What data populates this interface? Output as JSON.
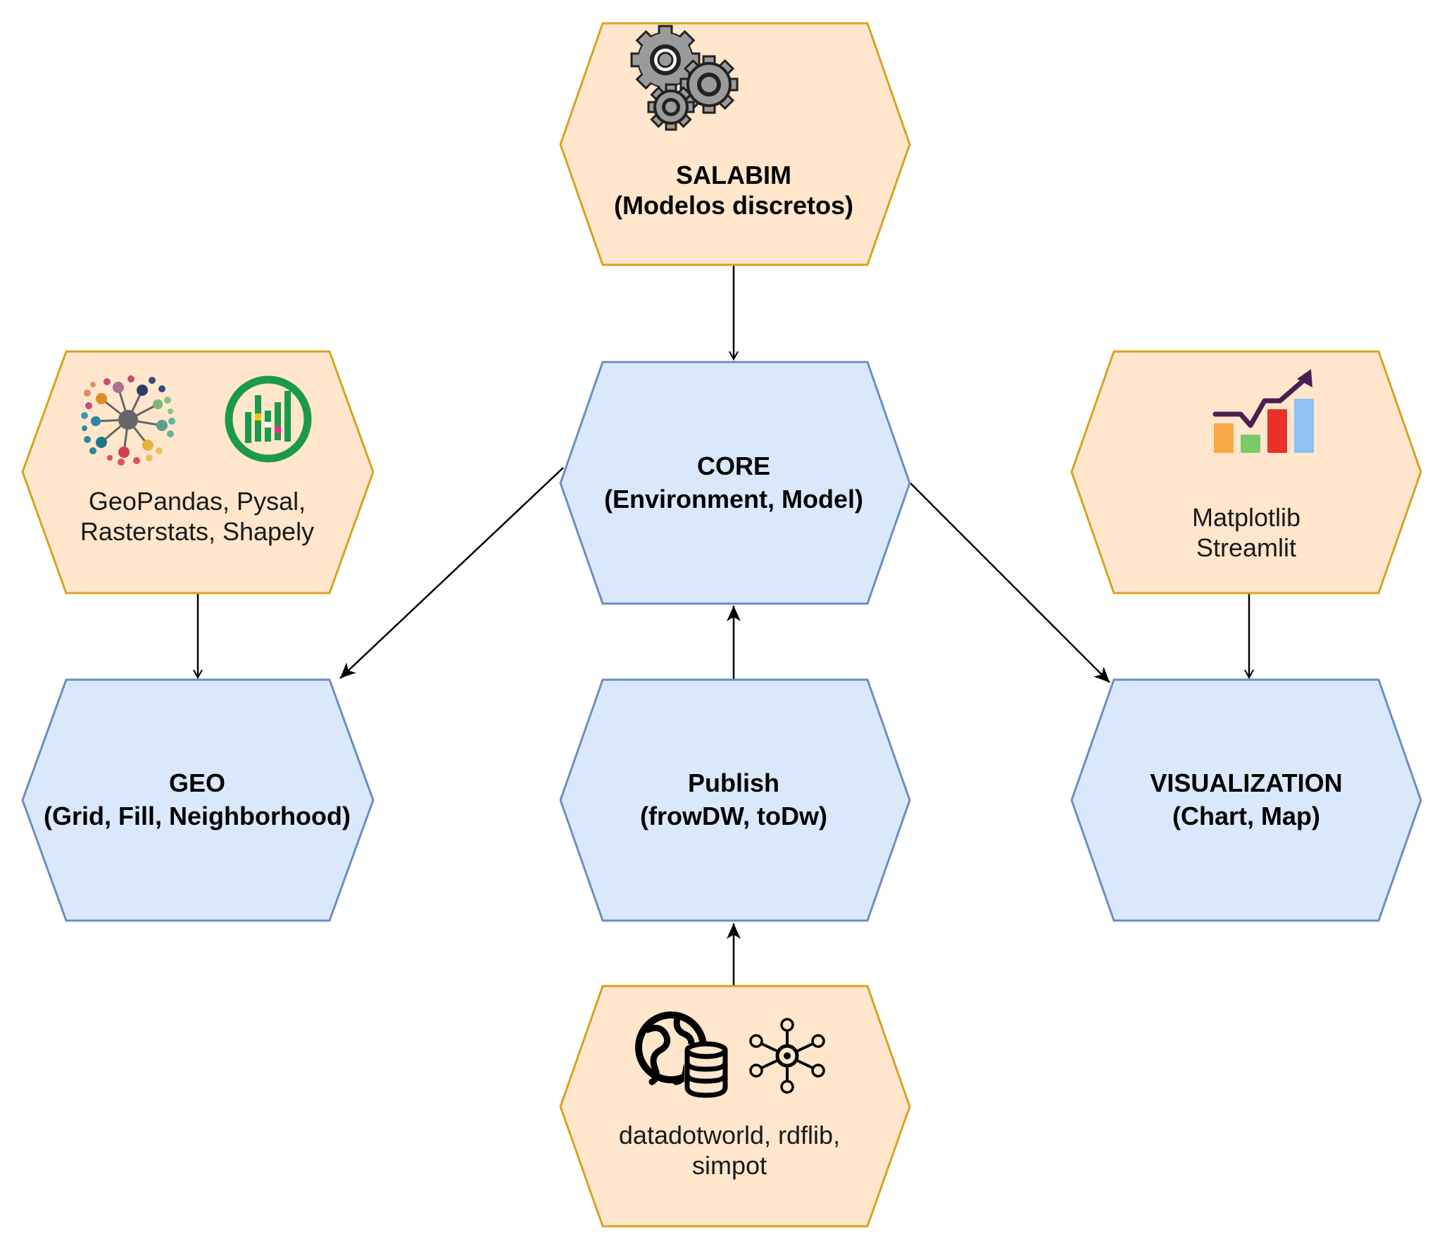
{
  "colors": {
    "lib_fill": "#ffe6cc",
    "lib_stroke": "#d6a320",
    "module_fill": "#dae8fc",
    "module_stroke": "#6c8ebf",
    "arrow": "#000000"
  },
  "nodes": {
    "salabim": {
      "line1": "SALABIM",
      "line2": "(Modelos discretos)",
      "icons": [
        "gears-icon"
      ]
    },
    "core": {
      "line1": "CORE",
      "line2": "(Environment, Model)"
    },
    "geo_libs": {
      "line1": "GeoPandas, Pysal,",
      "line2": "Rasterstats, Shapely",
      "icons": [
        "pysal-network-icon",
        "rasterstats-icon"
      ]
    },
    "viz_libs": {
      "line1": "Matplotlib",
      "line2": "Streamlit",
      "icons": [
        "growth-chart-icon"
      ]
    },
    "geo": {
      "line1": "GEO",
      "line2": "(Grid, Fill, Neighborhood)"
    },
    "publish": {
      "line1": "Publish",
      "line2": "(frowDW, toDw)"
    },
    "visualization": {
      "line1": "VISUALIZATION",
      "line2": "(Chart, Map)"
    },
    "publish_libs": {
      "line1": "datadotworld, rdflib,",
      "line2": "simpot",
      "icons": [
        "globe-database-icon",
        "graph-network-icon"
      ]
    }
  },
  "edges": [
    {
      "from": "salabim",
      "to": "core"
    },
    {
      "from": "core",
      "to": "geo"
    },
    {
      "from": "core",
      "to": "visualization"
    },
    {
      "from": "geo_libs",
      "to": "geo"
    },
    {
      "from": "viz_libs",
      "to": "visualization"
    },
    {
      "from": "publish",
      "to": "core"
    },
    {
      "from": "publish_libs",
      "to": "publish"
    }
  ]
}
